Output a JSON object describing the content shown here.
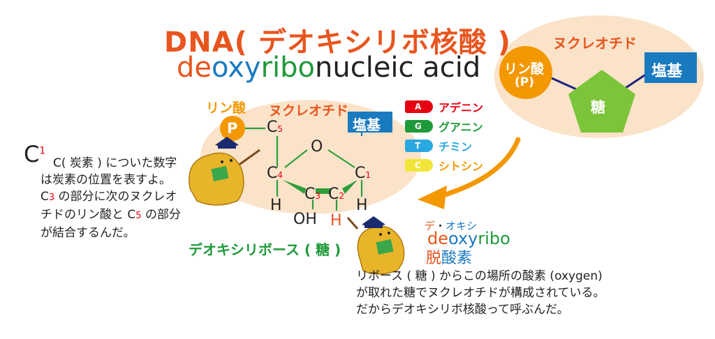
{
  "title": "DNA( デオキシリボ核酸 )",
  "subtitle": {
    "part1": "de",
    "part2": "oxy",
    "part3": "ribo",
    "part4": "nucleic acid"
  },
  "colors": {
    "orange": "#e8551e",
    "blue": "#1a7ac0",
    "green": "#1f9a3a",
    "red": "#e60012",
    "peach": "#fbe3c9",
    "amber": "#f39800",
    "pentagon": "#7cc53a",
    "navy": "#1a237e",
    "cyan": "#2aa8e0",
    "yellow": "#f2e53a"
  },
  "structure": {
    "phosphate_label": "リン酸",
    "phosphate_symbol": "P",
    "nucleotide_label": "ヌクレオチド",
    "base_label": "塩基",
    "sugar_label": "デオキシリボース ( 糖 )",
    "atoms": {
      "c5": "C",
      "c5_num": "5",
      "o": "O",
      "c4": "C",
      "c4_num": "4",
      "c1": "C",
      "c1_num": "1",
      "c3": "C",
      "c3_num": "3",
      "c2": "C",
      "c2_num": "2",
      "h_left": "H",
      "oh": "OH",
      "h_c2": "H",
      "h_right": "H"
    }
  },
  "bases": [
    {
      "letter": "A",
      "name": "アデニン",
      "color": "#e60012"
    },
    {
      "letter": "G",
      "name": "グアニン",
      "color": "#1f9a3a"
    },
    {
      "letter": "T",
      "name": "チミン",
      "color": "#2aa8e0"
    },
    {
      "letter": "C",
      "name": "シトシン",
      "color": "#f2e53a"
    }
  ],
  "nucleotide_diagram": {
    "title": "ヌクレオチド",
    "phosphate": "リン酸",
    "phosphate_p": "(P)",
    "sugar": "糖",
    "base": "塩基"
  },
  "left_note": {
    "c_big": "C",
    "c_big_num": "1",
    "line1": "C( 炭素 ) についた数字",
    "line2": "は炭素の位置を表すよ。",
    "line3_a": "C",
    "line3_num": "3",
    "line3_b": " の部分に次のヌクレオ",
    "line4_a": "チドのリン酸と C",
    "line4_num": "5",
    "line4_b": " の部分",
    "line5": "が結合するんだ。"
  },
  "deoxy_note": {
    "de_kana": "デ",
    "dot": "・",
    "oxy_kana": "オキシ",
    "de": "de",
    "oxy": "oxy",
    "ribo": "ribo",
    "datsu": "脱",
    "sanso": "酸素"
  },
  "bottom_note": {
    "line1": "リボース ( 糖 ) からこの場所の酸素 (oxygen)",
    "line2": "が取れた糖でヌクレオチドが構成されている。",
    "line3": "だからデオキシリボ核酸って呼ぶんだ。"
  }
}
